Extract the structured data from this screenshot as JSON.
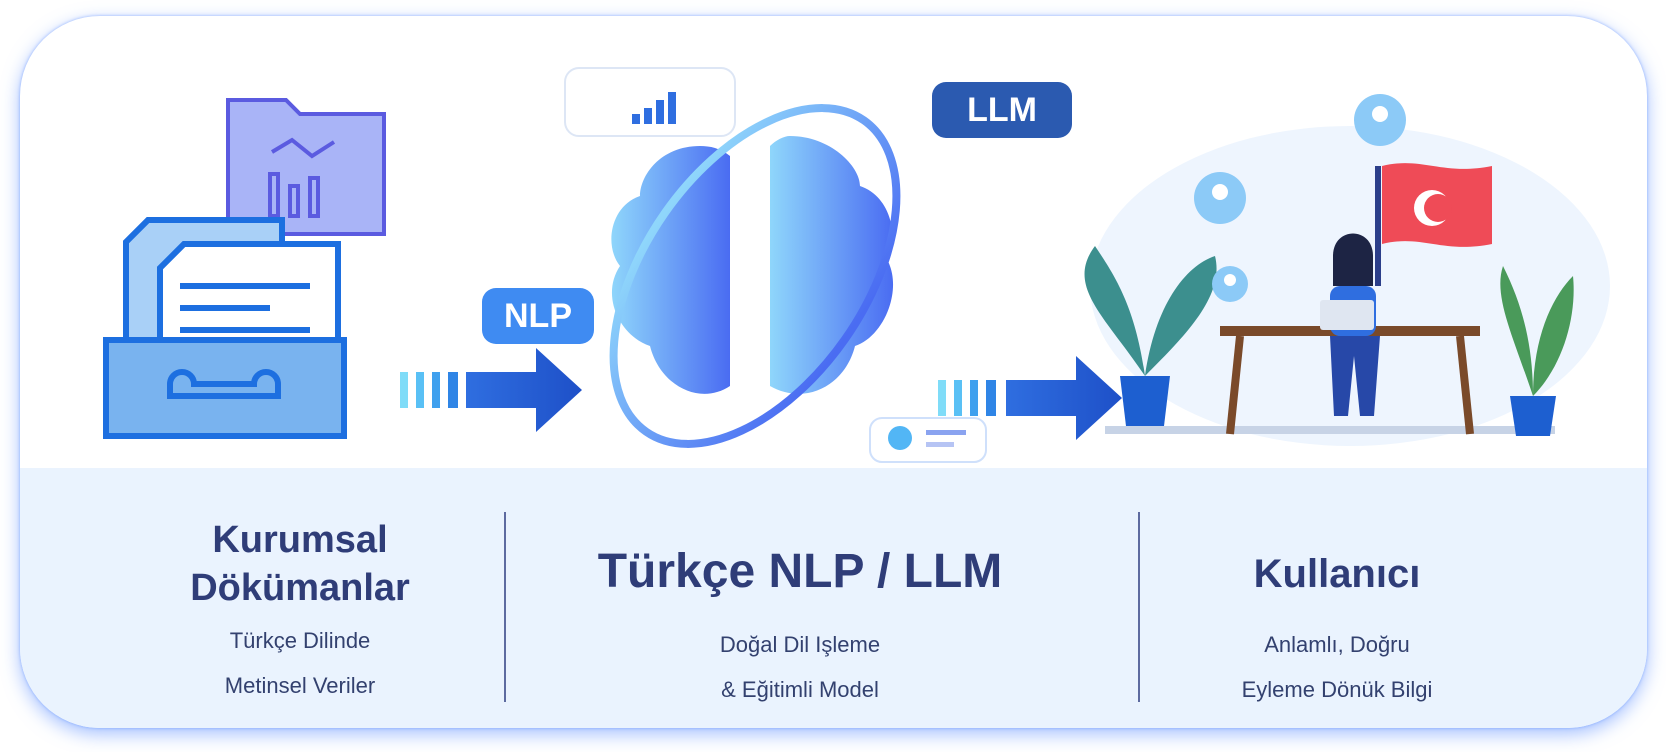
{
  "badges": {
    "nlp": "NLP",
    "llm": "LLM"
  },
  "columns": [
    {
      "title_line1": "Kurumsal",
      "title_line2": "Dökümanlar",
      "sub1": "Türkçe Dilinde",
      "sub2": "Metinsel Veriler"
    },
    {
      "title": "Türkçe NLP / LLM",
      "sub1": "Doğal Dil Işleme",
      "sub2": "& Eğitimli Model"
    },
    {
      "title": "Kullanıcı",
      "sub1": "Anlamlı, Doğru",
      "sub2": "Eyleme Dönük Bilgi"
    }
  ],
  "colors": {
    "accent": "#2a6de0",
    "title": "#2f3d78",
    "panel": "#eaf3fe"
  }
}
